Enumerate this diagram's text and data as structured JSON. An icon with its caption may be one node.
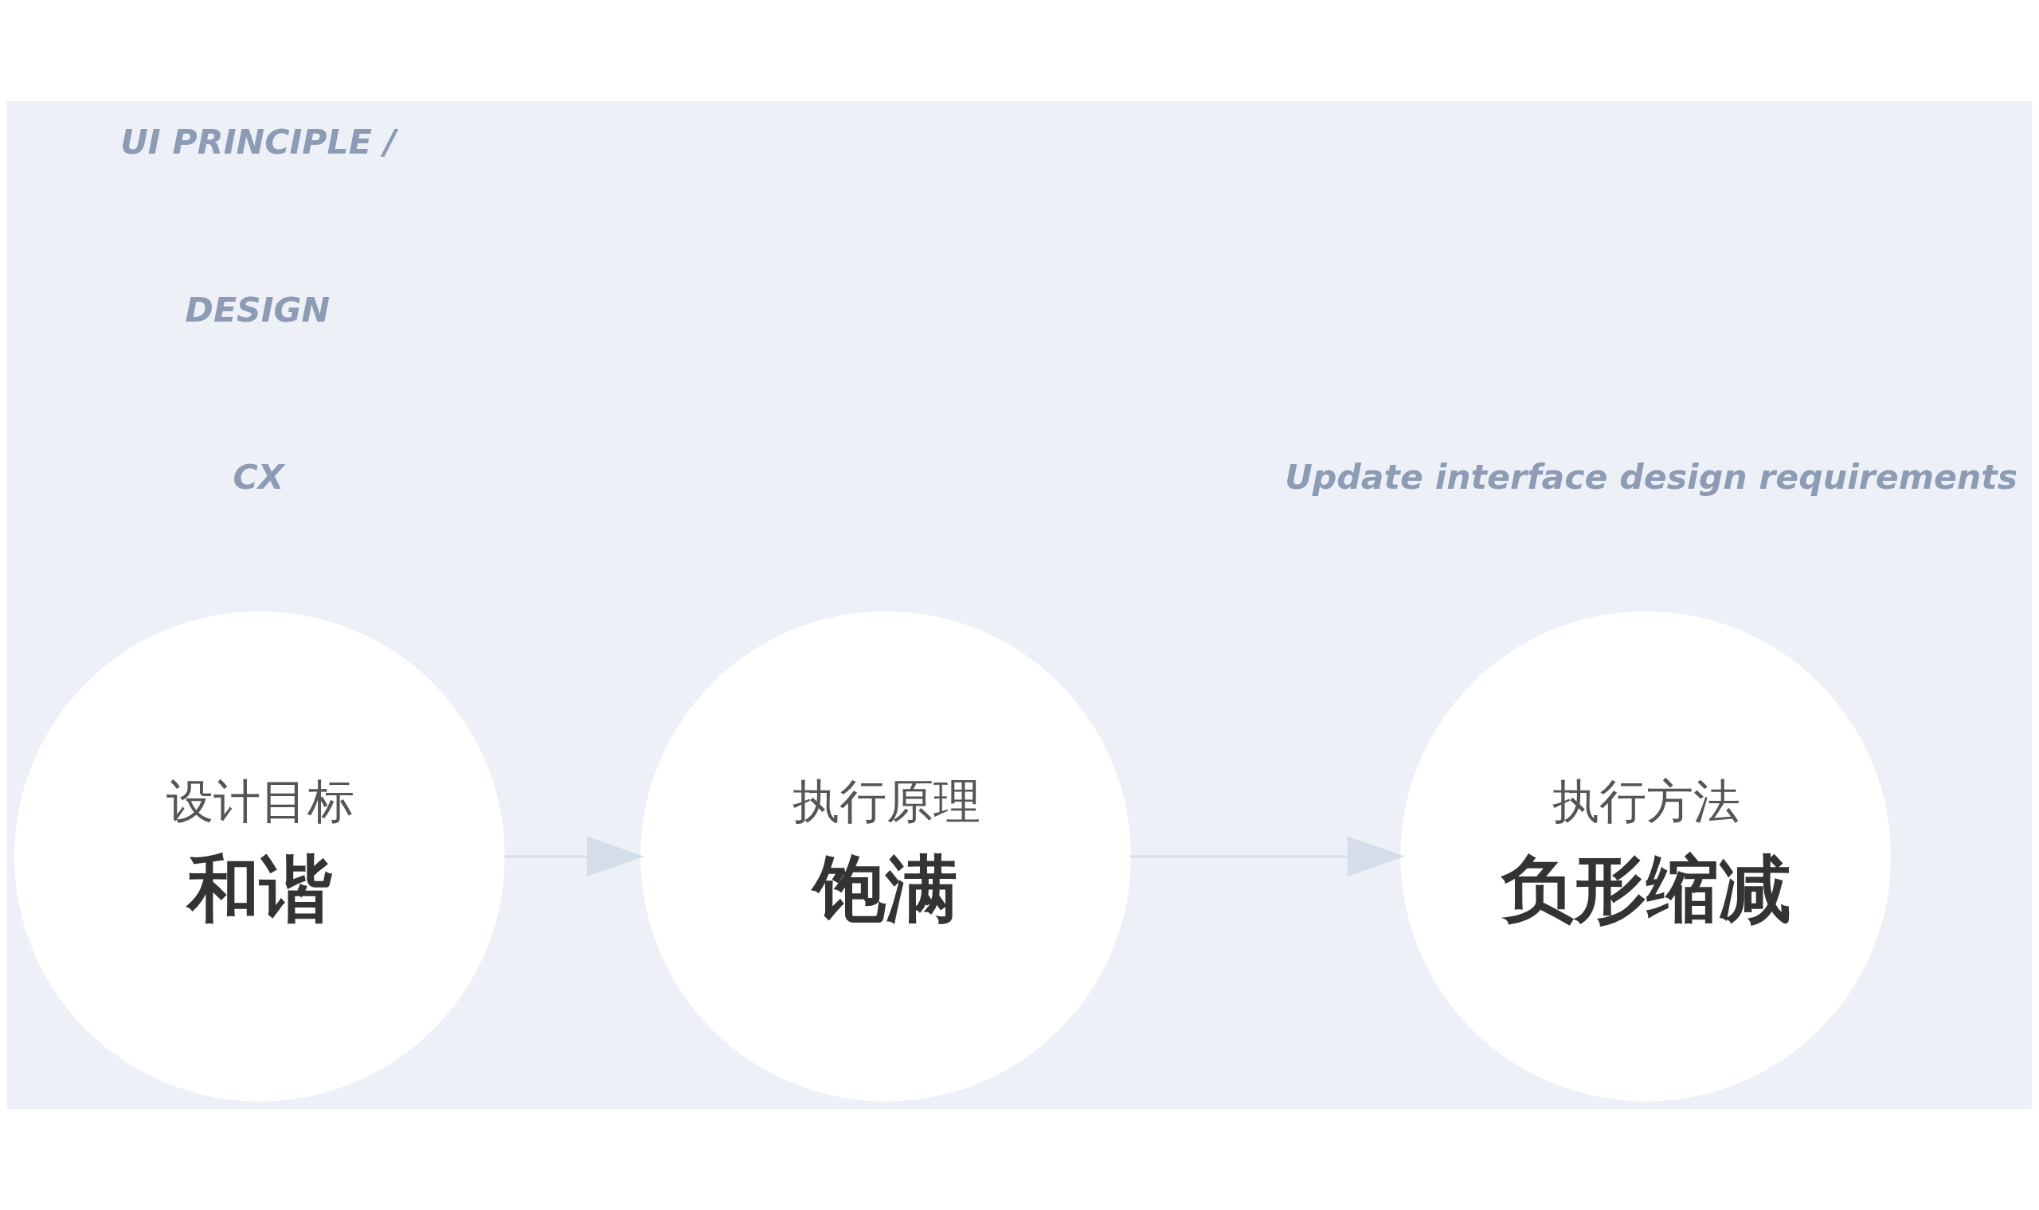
{
  "diagram": {
    "nodes": [
      {
        "text": [
          "设计目标",
          "和谐"
        ]
      },
      {
        "text": [
          "执行原理",
          "饱满"
        ]
      },
      {
        "text": [
          "执行方法",
          "负形缩减"
        ]
      }
    ],
    "edges": [
      {
        "from": 0,
        "to": 1,
        "arrow": "to"
      },
      {
        "from": 1,
        "to": 2,
        "arrow": "to"
      }
    ],
    "labels": [
      "CX",
      "DESIGN",
      "Update interface design requirements",
      "UI PRINCIPLE /"
    ]
  }
}
